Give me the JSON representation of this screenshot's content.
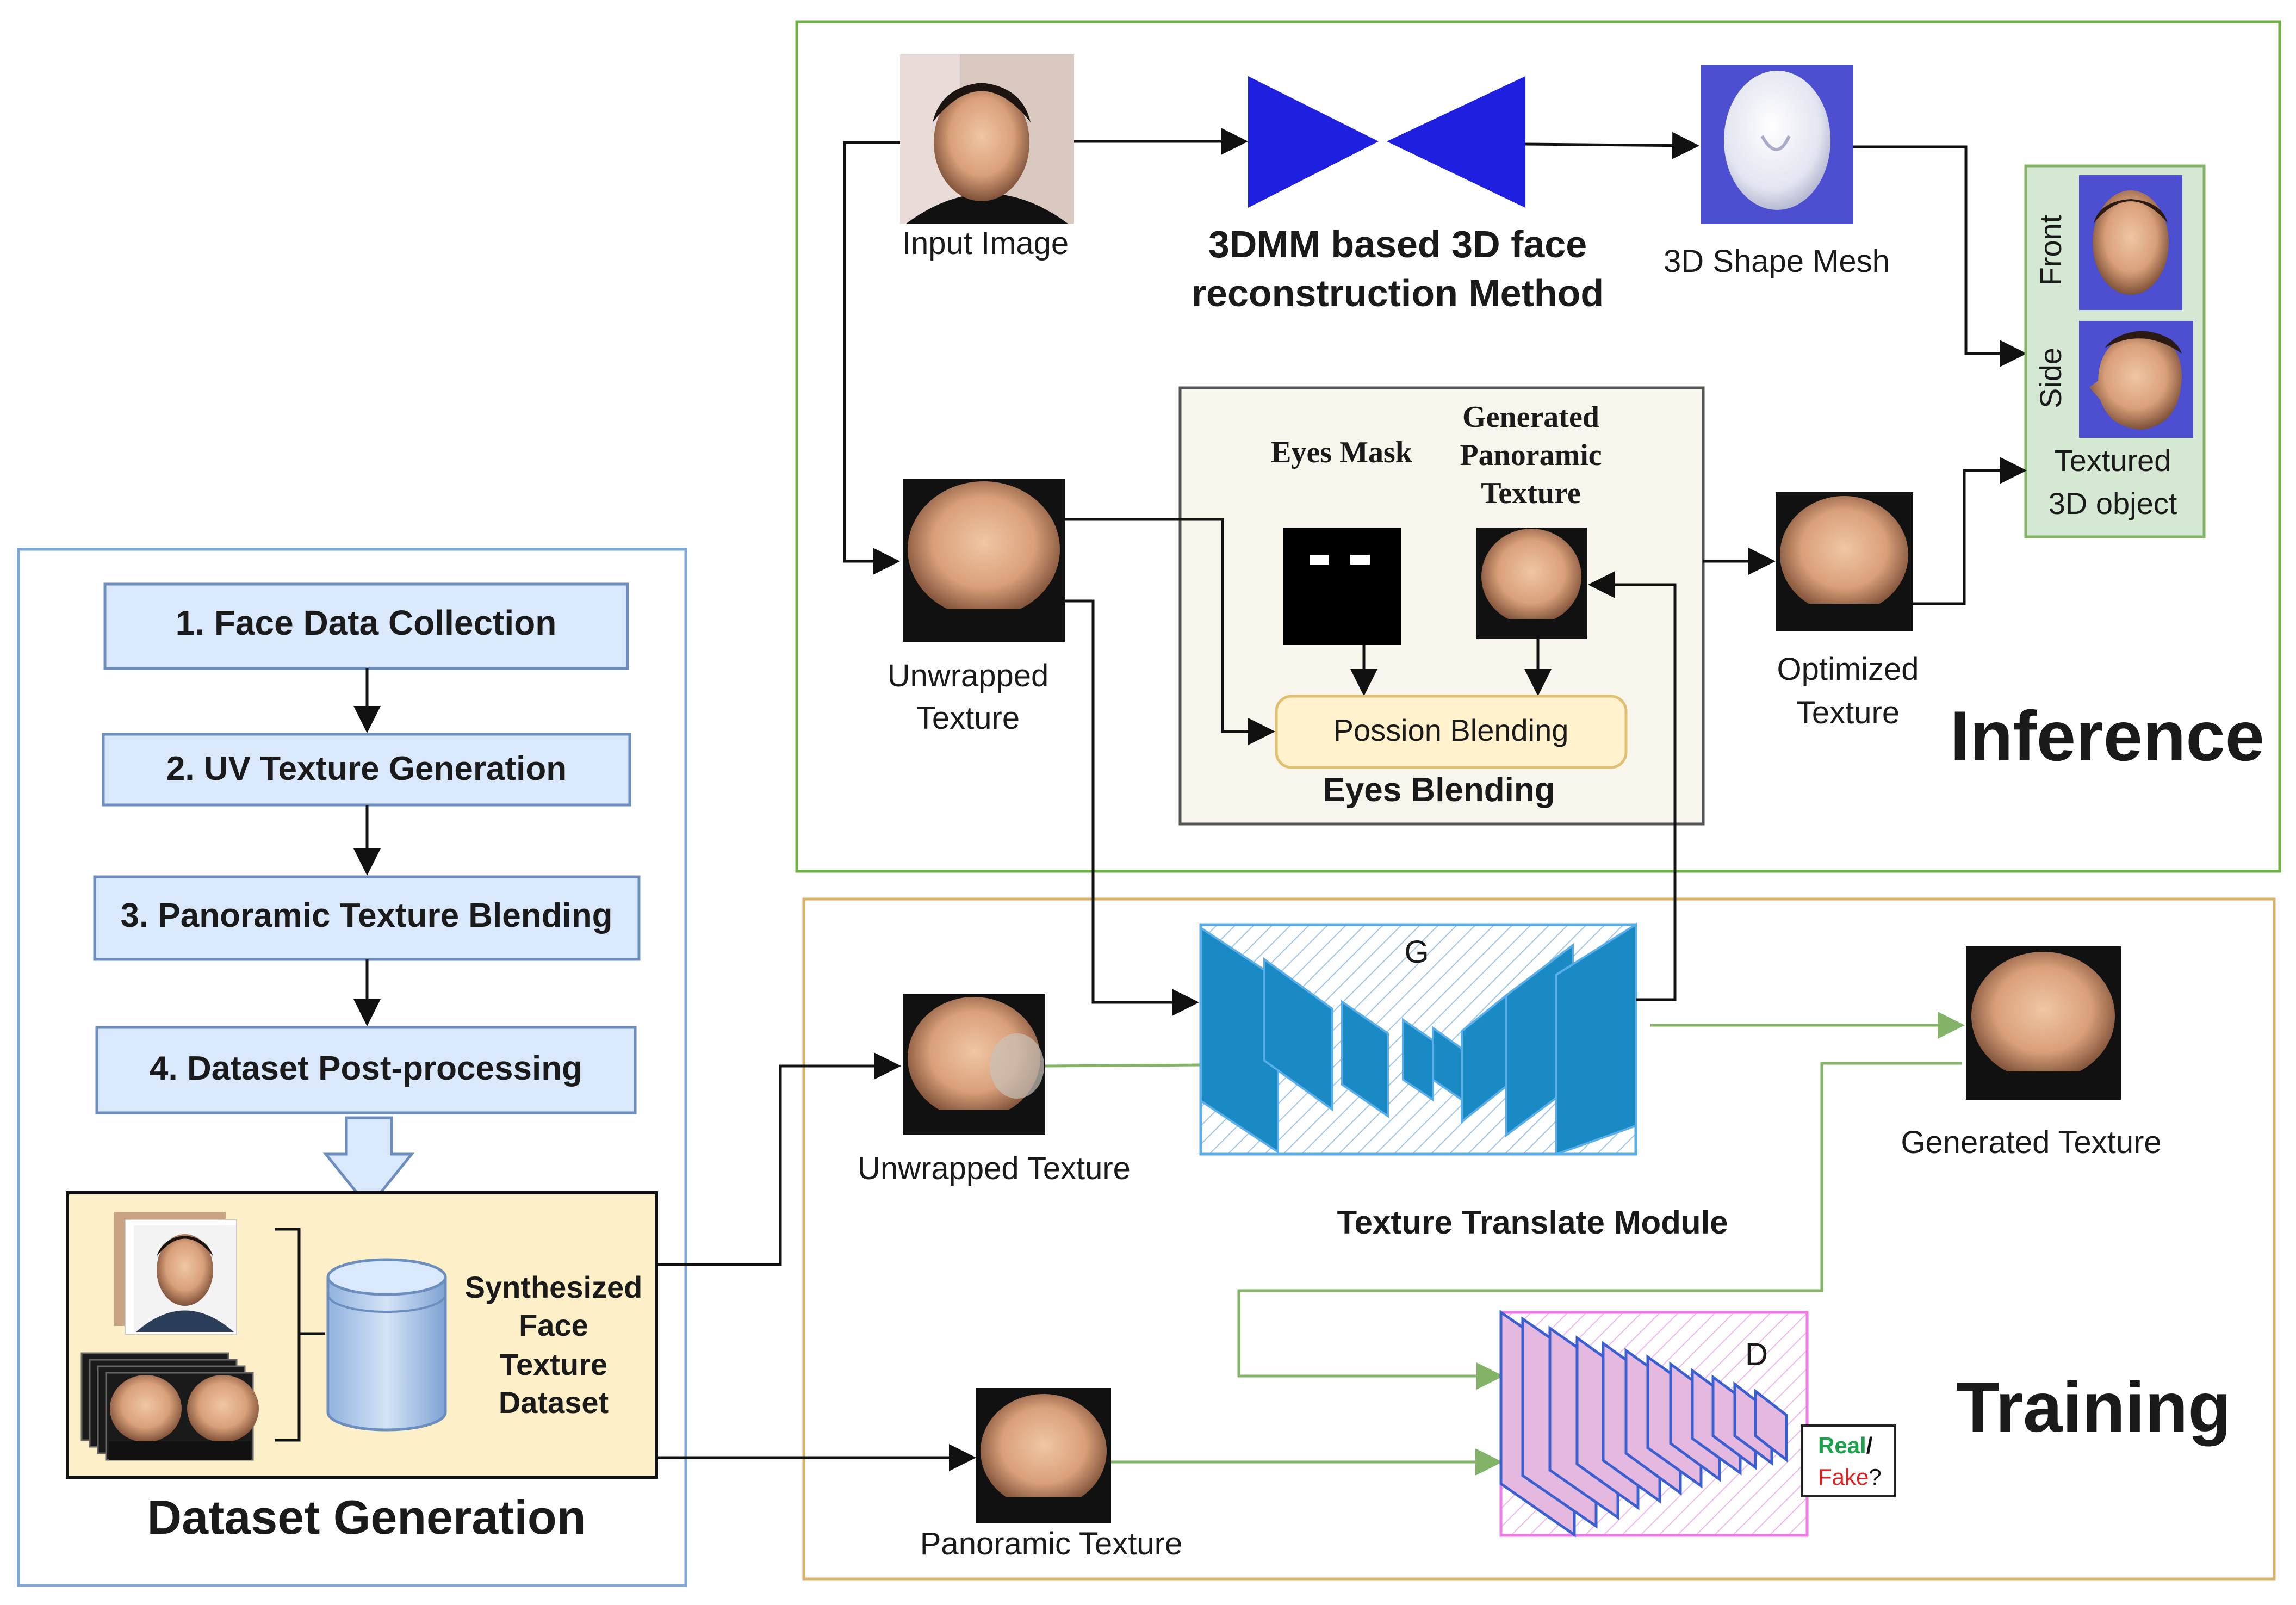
{
  "dataset_generation": {
    "title": "Dataset Generation",
    "steps": [
      {
        "label": "1. Face Data Collection"
      },
      {
        "label": "2. UV Texture Generation"
      },
      {
        "label": "3. Panoramic Texture Blending"
      },
      {
        "label": "4. Dataset Post-processing"
      }
    ],
    "dataset_label": [
      "Synthesized",
      "Face",
      "Texture",
      "Dataset"
    ]
  },
  "inference": {
    "title": "Inference",
    "input_image": "Input Image",
    "method": [
      "3DMM based 3D face",
      "reconstruction Method"
    ],
    "shape_mesh": "3D Shape Mesh",
    "front": "Front",
    "side": "Side",
    "textured_object": [
      "Textured",
      "3D object"
    ],
    "unwrapped_texture": [
      "Unwrapped",
      "Texture"
    ],
    "eyes_mask": "Eyes Mask",
    "generated_panoramic": [
      "Generated",
      "Panoramic",
      "Texture"
    ],
    "poisson_blending": "Possion Blending",
    "eyes_blending": "Eyes Blending",
    "optimized_texture": [
      "Optimized",
      "Texture"
    ]
  },
  "training": {
    "title": "Training",
    "unwrapped_texture": "Unwrapped Texture",
    "generator_label": "G",
    "module_label": "Texture Translate Module",
    "generated_texture": "Generated Texture",
    "discriminator_label": "D",
    "real_label": "Real",
    "slash": "/",
    "fake_label": "Fake",
    "question": "?",
    "panoramic_texture": "Panoramic Texture"
  },
  "colors": {
    "inference_border": "#6fb043",
    "training_border": "#d9b26a",
    "dataset_border": "#7ea6d8",
    "step_fill": "#dae8fc",
    "step_border": "#6c8ebf",
    "dataset_box_fill": "#fdf0c8",
    "blend_fill": "#fff2cc",
    "blend_border": "#e0c070",
    "eyes_panel_fill": "#f7f5ec",
    "generator_fill": "#1a8ac4",
    "discriminator_fill": "#e5b8e0",
    "discriminator_stroke": "#3a5fd0",
    "network_blue": "#1f1fe0",
    "real_color": "#1aa34a",
    "fake_color": "#e02020",
    "green_arrow": "#82b366"
  }
}
